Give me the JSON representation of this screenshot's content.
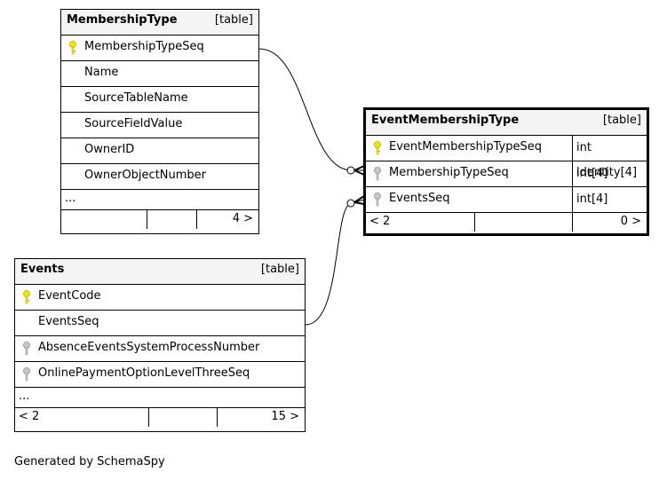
{
  "tables": {
    "membership_type": {
      "name": "MembershipType",
      "kind": "[table]",
      "columns": [
        {
          "name": "MembershipTypeSeq",
          "key": "primary"
        },
        {
          "name": "Name",
          "key": "none"
        },
        {
          "name": "SourceTableName",
          "key": "none"
        },
        {
          "name": "SourceFieldValue",
          "key": "none"
        },
        {
          "name": "OwnerID",
          "key": "none"
        },
        {
          "name": "OwnerObjectNumber",
          "key": "none"
        }
      ],
      "ellipsis": "...",
      "footer": {
        "parents": "",
        "children": "4 >"
      }
    },
    "event_membership_type": {
      "name": "EventMembershipType",
      "kind": "[table]",
      "columns": [
        {
          "name": "EventMembershipTypeSeq",
          "type": "int identity[4]",
          "key": "primary"
        },
        {
          "name": "MembershipTypeSeq",
          "type": "int[4]",
          "key": "foreign"
        },
        {
          "name": "EventsSeq",
          "type": "int[4]",
          "key": "foreign"
        }
      ],
      "footer": {
        "parents": "< 2",
        "children": "0 >"
      }
    },
    "events": {
      "name": "Events",
      "kind": "[table]",
      "columns": [
        {
          "name": "EventCode",
          "key": "primary"
        },
        {
          "name": "EventsSeq",
          "key": "none"
        },
        {
          "name": "AbsenceEventsSystemProcessNumber",
          "key": "foreign"
        },
        {
          "name": "OnlinePaymentOptionLevelThreeSeq",
          "key": "foreign"
        }
      ],
      "ellipsis": "...",
      "footer": {
        "parents": "< 2",
        "children": "15 >"
      }
    }
  },
  "generated_by": "Generated by SchemaSpy",
  "colors": {
    "primary_key": "#f2e600",
    "foreign_key": "#9a9a9a",
    "header_bg": "#f4f4f4"
  }
}
